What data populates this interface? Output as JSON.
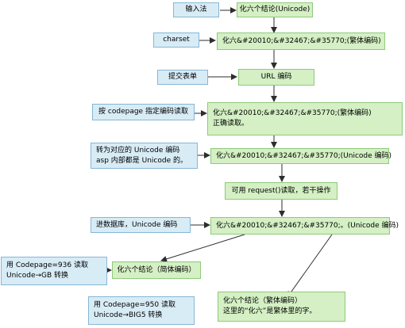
{
  "nodes": {
    "input_method": "输入法",
    "chars_unicode": "化六个结论(Unicode)",
    "charset": "charset",
    "entities_trad_1": "化六&#20010;&#32467;&#35770;(繁体编码)",
    "submit_form": "提交表单",
    "url_encode": "URL 编码",
    "read_by_codepage": "按 codepage 指定编码读取",
    "entities_trad_2_line1": "化六&#20010;&#32467;&#35770;(繁体编码)",
    "entities_trad_2_line2": "正确读取。",
    "convert_note_line1": "转为对应的 Unicode 编码",
    "convert_note_line2": "asp 内部都是 Unicode 的。",
    "entities_unicode_1": "化六&#20010;&#32467;&#35770;(Unicode 编码)",
    "request_read": "可用 request()读取，若干操作",
    "db_write": "进数据库，Unicode 编码",
    "entities_unicode_2": "化六&#20010;&#32467;&#35770;。(Unicode 编码)",
    "read_936_line1": "用 Codepage=936 读取",
    "read_936_line2": "Unicode→GB 转换",
    "result_simplified": "化六个结论（简体编码）",
    "read_950_line1": "用 Codepage=950 读取",
    "read_950_line2": "Unicode→BIG5 转换",
    "result_trad_line1": "化六个结论（繁体编码）",
    "result_trad_line2": "这里的“化六”是繁体里的字。"
  },
  "colors": {
    "label_box_fill": "#d8ecf6",
    "label_box_border": "#86b7d6",
    "value_box_fill": "#d4f0c4",
    "value_box_border": "#8fc97c",
    "arrow": "#2d2d2d"
  }
}
